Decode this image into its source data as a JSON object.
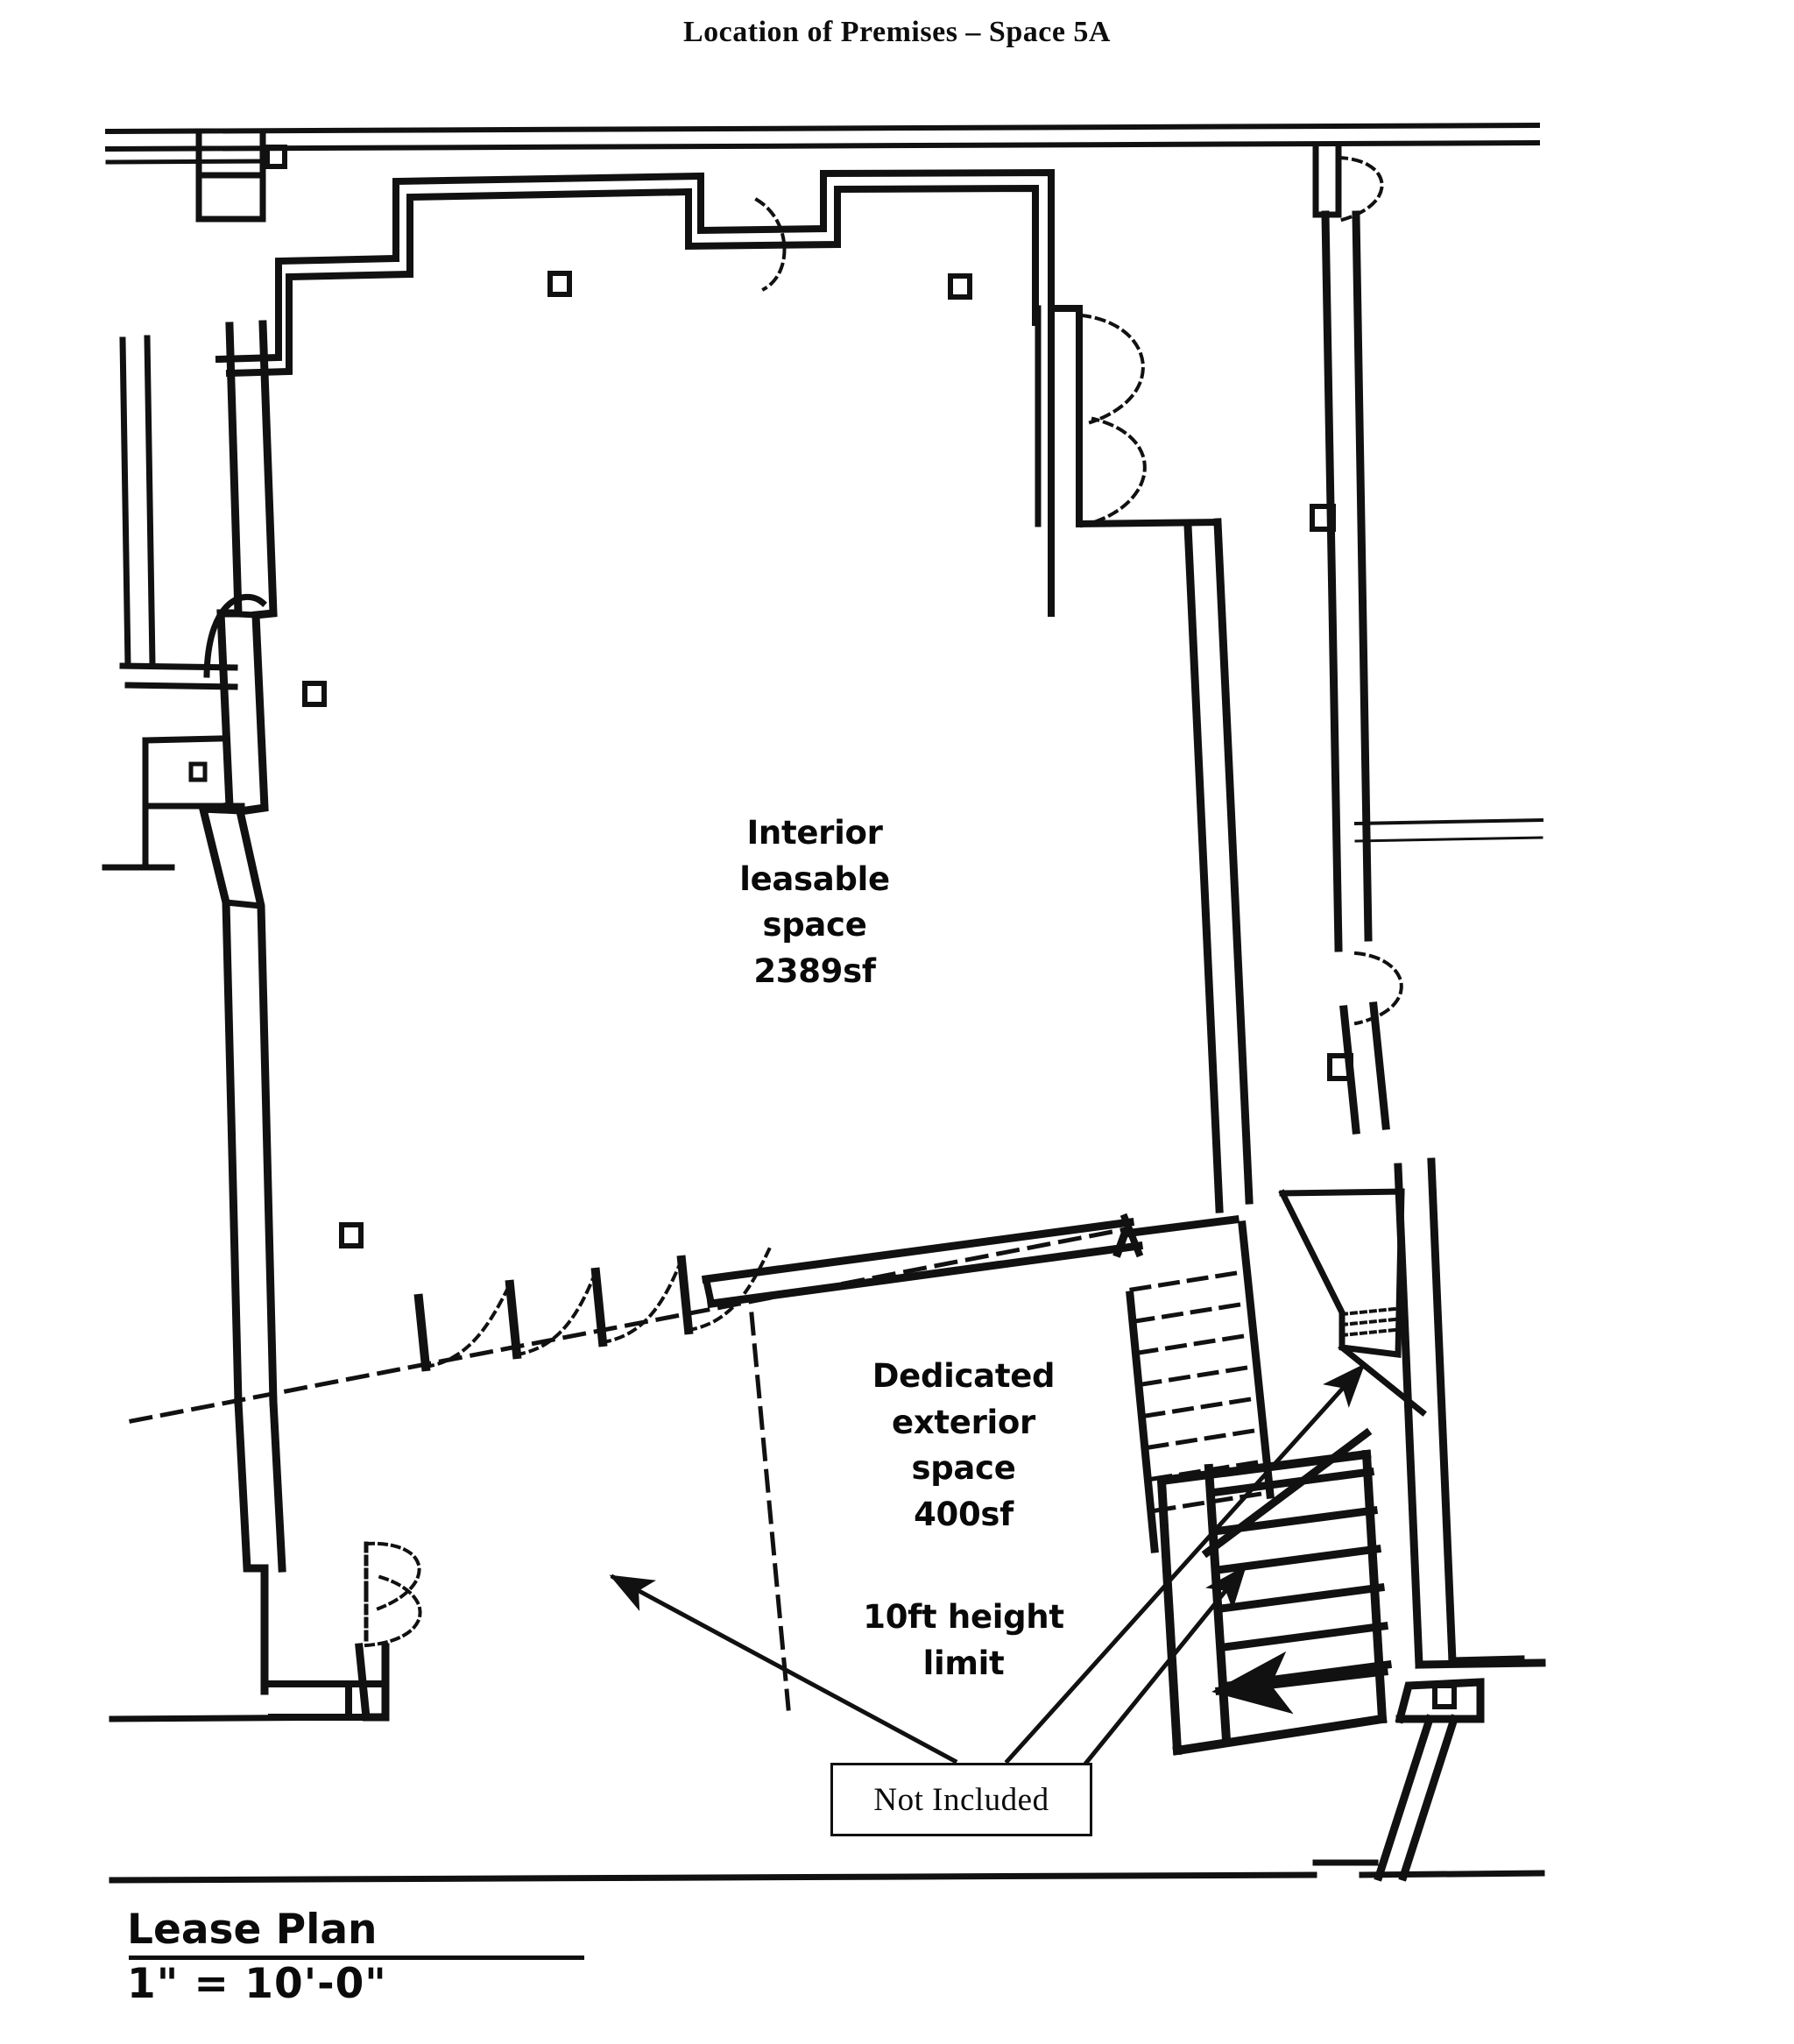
{
  "sheet": {
    "title": "Location of Premises – Space 5A"
  },
  "plan": {
    "interior_space_label": "Interior\nleasable\nspace\n2389sf",
    "exterior_space_label": "Dedicated\nexterior\nspace\n400sf",
    "height_limit_label": "10ft height\nlimit",
    "not_included_label": "Not Included",
    "interior_area_sf": "2389sf",
    "exterior_area_sf": "400sf",
    "height_limit": "10ft"
  },
  "title_block": {
    "drawing_name": "Lease Plan",
    "scale": "1\" = 10'-0\""
  },
  "colors": {
    "ink": "#111111",
    "paper": "#ffffff"
  }
}
